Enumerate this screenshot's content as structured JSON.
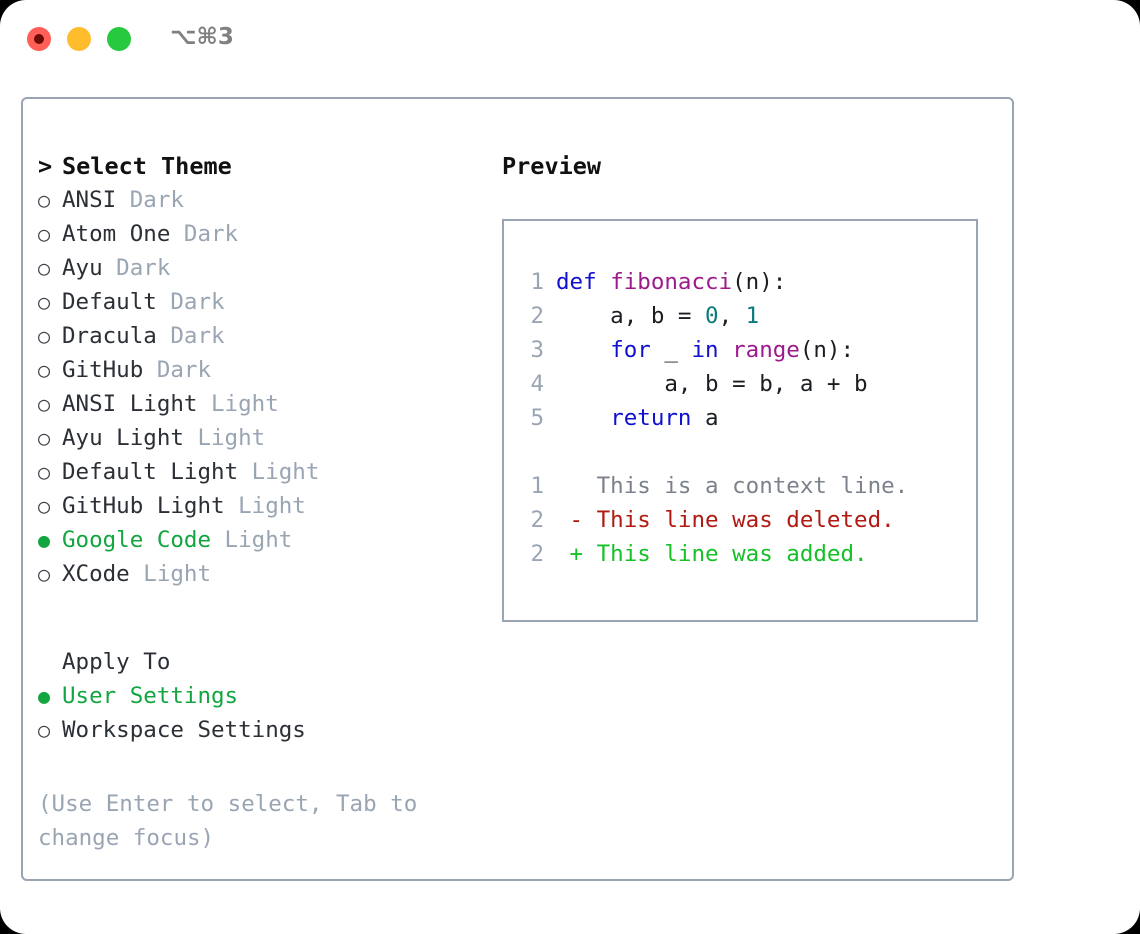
{
  "titlebar": {
    "shortcut": "⌥⌘3",
    "buttons": {
      "close": "close-window",
      "minimize": "minimize-window",
      "maximize": "maximize-window"
    }
  },
  "colors": {
    "selected_green": "#13a53f",
    "muted": "#9aa5b4",
    "border": "#9aa5b4",
    "keyword": "#1010cf",
    "function": "#9c1a8c",
    "number": "#0b7a78",
    "diff_added": "#16c127",
    "diff_deleted": "#b01a12",
    "diff_context": "#7c828c"
  },
  "theme_list": {
    "heading": "Select Theme",
    "caret": ">",
    "marker_on": "●",
    "marker_off": "○",
    "items": [
      {
        "name": "ANSI",
        "variant": "Dark",
        "selected": false
      },
      {
        "name": "Atom One",
        "variant": "Dark",
        "selected": false
      },
      {
        "name": "Ayu",
        "variant": "Dark",
        "selected": false
      },
      {
        "name": "Default",
        "variant": "Dark",
        "selected": false
      },
      {
        "name": "Dracula",
        "variant": "Dark",
        "selected": false
      },
      {
        "name": "GitHub",
        "variant": "Dark",
        "selected": false
      },
      {
        "name": "ANSI Light",
        "variant": "Light",
        "selected": false
      },
      {
        "name": "Ayu Light",
        "variant": "Light",
        "selected": false
      },
      {
        "name": "Default Light",
        "variant": "Light",
        "selected": false
      },
      {
        "name": "GitHub Light",
        "variant": "Light",
        "selected": false
      },
      {
        "name": "Google Code",
        "variant": "Light",
        "selected": true
      },
      {
        "name": "XCode",
        "variant": "Light",
        "selected": false
      }
    ]
  },
  "apply_to": {
    "heading": "Apply To",
    "options": [
      {
        "label": "User Settings",
        "selected": true
      },
      {
        "label": "Workspace Settings",
        "selected": false
      }
    ]
  },
  "hint": "(Use Enter to select, Tab to change focus)",
  "preview": {
    "title": "Preview",
    "code_lines": [
      {
        "lineno": "1",
        "tokens": [
          {
            "t": "def",
            "k": "kw"
          },
          {
            "t": " ",
            "k": "plain"
          },
          {
            "t": "fibonacci",
            "k": "fn"
          },
          {
            "t": "(n):",
            "k": "plain"
          }
        ]
      },
      {
        "lineno": "2",
        "tokens": [
          {
            "t": "    a, b = ",
            "k": "plain"
          },
          {
            "t": "0",
            "k": "num"
          },
          {
            "t": ", ",
            "k": "plain"
          },
          {
            "t": "1",
            "k": "num"
          }
        ]
      },
      {
        "lineno": "3",
        "tokens": [
          {
            "t": "    ",
            "k": "plain"
          },
          {
            "t": "for",
            "k": "kw"
          },
          {
            "t": " _ ",
            "k": "plain"
          },
          {
            "t": "in",
            "k": "kw"
          },
          {
            "t": " ",
            "k": "plain"
          },
          {
            "t": "range",
            "k": "fn"
          },
          {
            "t": "(n):",
            "k": "plain"
          }
        ]
      },
      {
        "lineno": "4",
        "tokens": [
          {
            "t": "        a, b = b, a + b",
            "k": "plain"
          }
        ]
      },
      {
        "lineno": "5",
        "tokens": [
          {
            "t": "    ",
            "k": "plain"
          },
          {
            "t": "return",
            "k": "kw"
          },
          {
            "t": " a",
            "k": "plain"
          }
        ]
      }
    ],
    "diff_lines": [
      {
        "lineno": "1",
        "sign": " ",
        "text": " This is a context line.",
        "kind": "ctx"
      },
      {
        "lineno": "2",
        "sign": "-",
        "text": " This line was deleted.",
        "kind": "del"
      },
      {
        "lineno": "2",
        "sign": "+",
        "text": " This line was added.",
        "kind": "add"
      }
    ]
  }
}
